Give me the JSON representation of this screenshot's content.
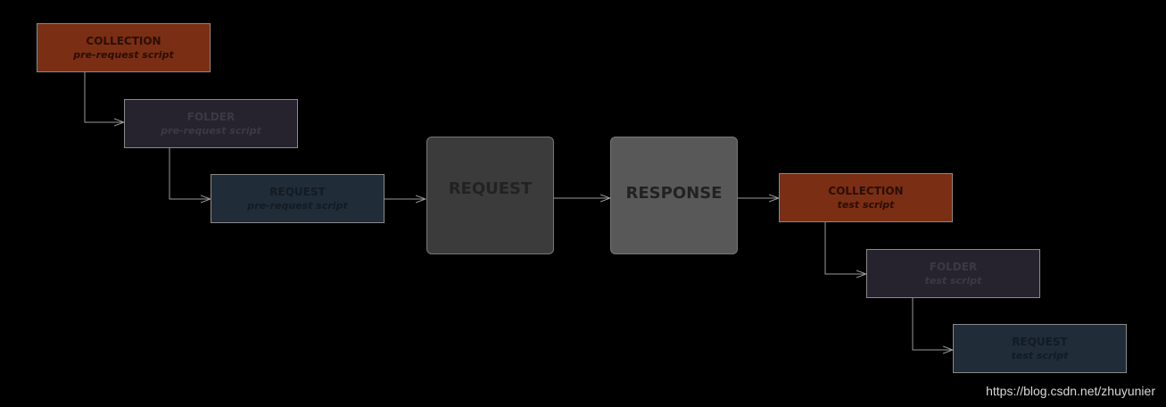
{
  "nodes": {
    "pre_collection": {
      "title": "COLLECTION",
      "subtitle": "pre-request script"
    },
    "pre_folder": {
      "title": "FOLDER",
      "subtitle": "pre-request script"
    },
    "pre_request": {
      "title": "REQUEST",
      "subtitle": "pre-request script"
    },
    "request": {
      "title": "REQUEST"
    },
    "response": {
      "title": "RESPONSE"
    },
    "test_collection": {
      "title": "COLLECTION",
      "subtitle": "test script"
    },
    "test_folder": {
      "title": "FOLDER",
      "subtitle": "test script"
    },
    "test_request": {
      "title": "REQUEST",
      "subtitle": "test script"
    }
  },
  "colors": {
    "collection": "#7a2e14",
    "folder": "#26232e",
    "request": "#202c38",
    "request_main": "#3b3b3b",
    "response_main": "#585858",
    "connector": "#9a9a9a"
  },
  "watermark": "https://blog.csdn.net/zhuyunier"
}
